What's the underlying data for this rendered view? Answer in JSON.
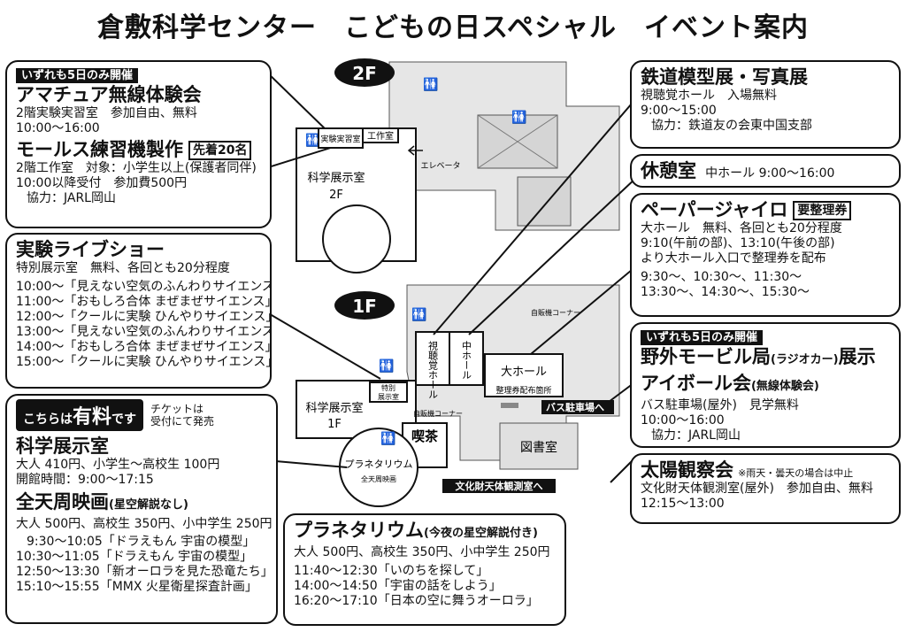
{
  "title": "倉敷科学センター　こどもの日スペシャル　イベント案内",
  "ham": {
    "tag": "いずれも5日のみ開催",
    "heading": "アマチュア無線体験会",
    "line1": "2階実験実習室　参加自由、無料",
    "line2": "10:00〜16:00",
    "morse_heading": "モールス練習機製作",
    "morse_badge": "先着20名",
    "line3": "2階工作室　対象：小学生以上(保護者同伴)",
    "line4": "10:00以降受付　参加費500円",
    "coop": "協力：JARL岡山"
  },
  "live": {
    "heading": "実験ライブショー",
    "info": "特別展示室　無料、各回とも20分程度",
    "schedule": [
      "10:00〜「見えない空気のふんわりサイエンス」",
      "11:00〜「おもしろ合体 まぜまぜサイエンス」",
      "12:00〜「クールに実験 ひんやりサイエンス」",
      "13:00〜「見えない空気のふんわりサイエンス」",
      "14:00〜「おもしろ合体 まぜまぜサイエンス」",
      "15:00〜「クールに実験 ひんやりサイエンス」"
    ]
  },
  "paid": {
    "label_a": "こちらは",
    "label_b": "有料",
    "label_c": "です",
    "ticket1": "チケットは",
    "ticket2": "受付にて発売",
    "exhibit_heading": "科学展示室",
    "exhibit_price": "大人 410円、小学生〜高校生 100円",
    "exhibit_hours": "開館時間：9:00〜17:15",
    "dome_heading": "全天周映画",
    "dome_note": "(星空解説なし)",
    "dome_price": "大人 500円、高校生 350円、小中学生 250円",
    "dome_schedule": [
      "9:30〜10:05「ドラえもん 宇宙の模型」",
      "10:30〜11:05「ドラえもん 宇宙の模型」",
      "12:50〜13:30「新オーロラを見た恐竜たち」",
      "15:10〜15:55「MMX 火星衛星探査計画」"
    ]
  },
  "planetarium": {
    "heading": "プラネタリウム",
    "note": "(今夜の星空解説付き)",
    "price": "大人 500円、高校生 350円、小中学生 250円",
    "schedule": [
      "11:40〜12:30「いのちを探して」",
      "14:00〜14:50「宇宙の話をしよう」",
      "16:20〜17:10「日本の空に舞うオーロラ」"
    ]
  },
  "railway": {
    "heading": "鉄道模型展・写真展",
    "line1": "視聴覚ホール　入場無料",
    "line2": "9:00〜15:00",
    "coop": "協力：鉄道友の会東中国支部"
  },
  "rest": {
    "heading": "休憩室",
    "info": "中ホール 9:00〜16:00"
  },
  "gyro": {
    "heading": "ペーパージャイロ",
    "badge": "要整理券",
    "line1": "大ホール　無料、各回とも20分程度",
    "line2": "9:10(午前の部)、13:10(午後の部)",
    "line3": "より大ホール入口で整理券を配布",
    "line4": "9:30〜、10:30〜、11:30〜",
    "line5": "13:30〜、14:30〜、15:30〜"
  },
  "mobile": {
    "tag": "いずれも5日のみ開催",
    "heading1": "野外モービル局",
    "heading1_small": "(ラジオカー)",
    "heading1_end": "展示",
    "heading2": "アイボール会",
    "heading2_small": "(無線体験会)",
    "line1": "バス駐車場(屋外)　見学無料",
    "line2": "10:00〜16:00",
    "coop": "協力：JARL岡山"
  },
  "solar": {
    "heading": "太陽観察会",
    "note": "※雨天・曇天の場合は中止",
    "line1": "文化財天体観測室(屋外)　参加自由、無料",
    "line2": "12:15〜13:00"
  },
  "map": {
    "floor2": "2F",
    "floor1": "1F",
    "lab": "実験実習室",
    "workshop": "工作室",
    "elevator": "エレベータ",
    "exhibit2f_a": "科学展示室",
    "exhibit2f_b": "2F",
    "vending1": "自販機コーナー",
    "av_hall": "視聴覚ホール",
    "mid_hall": "中ホール",
    "big_hall": "大ホール",
    "ticket_office": "整理券配布箇所",
    "bus_sign": "バス駐車場へ",
    "special_room": "特別展示室",
    "exhibit1f_a": "科学展示室",
    "exhibit1f_b": "1F",
    "vending2": "自販機コーナー",
    "cafe": "喫茶",
    "library": "図書室",
    "planetarium_a": "プラネタリウム",
    "planetarium_b": "全天周映画",
    "observatory_sign": "文化財天体観測室へ"
  }
}
